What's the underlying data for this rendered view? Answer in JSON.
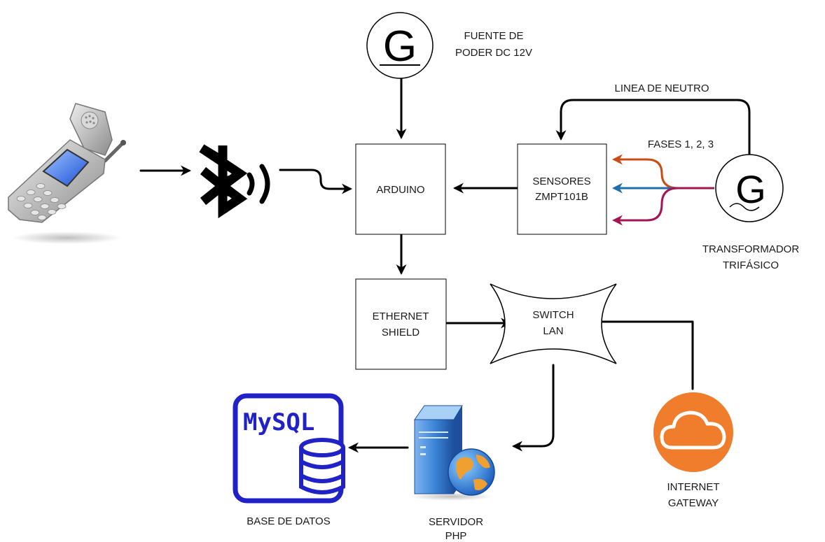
{
  "nodes": {
    "power_supply": {
      "symbol": "G",
      "label_line1": "FUENTE DE",
      "label_line2": "PODER DC 12V"
    },
    "arduino": {
      "label": "ARDUINO"
    },
    "sensors": {
      "label_line1": "SENSORES",
      "label_line2": "ZMPT101B"
    },
    "transformer": {
      "symbol": "G",
      "label_line1": "TRANSFORMADOR",
      "label_line2": "TRIFÁSICO"
    },
    "ethernet_shield": {
      "label_line1": "ETHERNET",
      "label_line2": "SHIELD"
    },
    "switch_lan": {
      "label_line1": "SWITCH",
      "label_line2": "LAN"
    },
    "database": {
      "logo_text": "MySQL",
      "label": "BASE DE DATOS"
    },
    "php_server": {
      "label_line1": "SERVIDOR",
      "label_line2": "PHP"
    },
    "internet_gateway": {
      "label_line1": "INTERNET",
      "label_line2": "GATEWAY"
    }
  },
  "edges": {
    "neutral_line": {
      "label": "LINEA DE NEUTRO"
    },
    "phases": {
      "label": "FASES 1, 2, 3"
    }
  },
  "colors": {
    "phase_1": "#cc4a14",
    "phase_2": "#1f6fad",
    "phase_3": "#a31553",
    "mysql_blue": "#2121c8",
    "cloud_orange": "#ef7d2c",
    "server_blue": "#3d86d8"
  }
}
